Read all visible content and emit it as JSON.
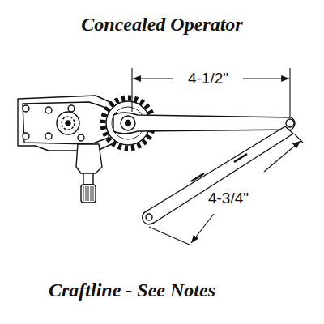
{
  "diagram": {
    "title": "Concealed Operator",
    "caption": "Craftline - See Notes",
    "labels": [
      "4-1/2\"",
      "4-3/4\""
    ]
  }
}
